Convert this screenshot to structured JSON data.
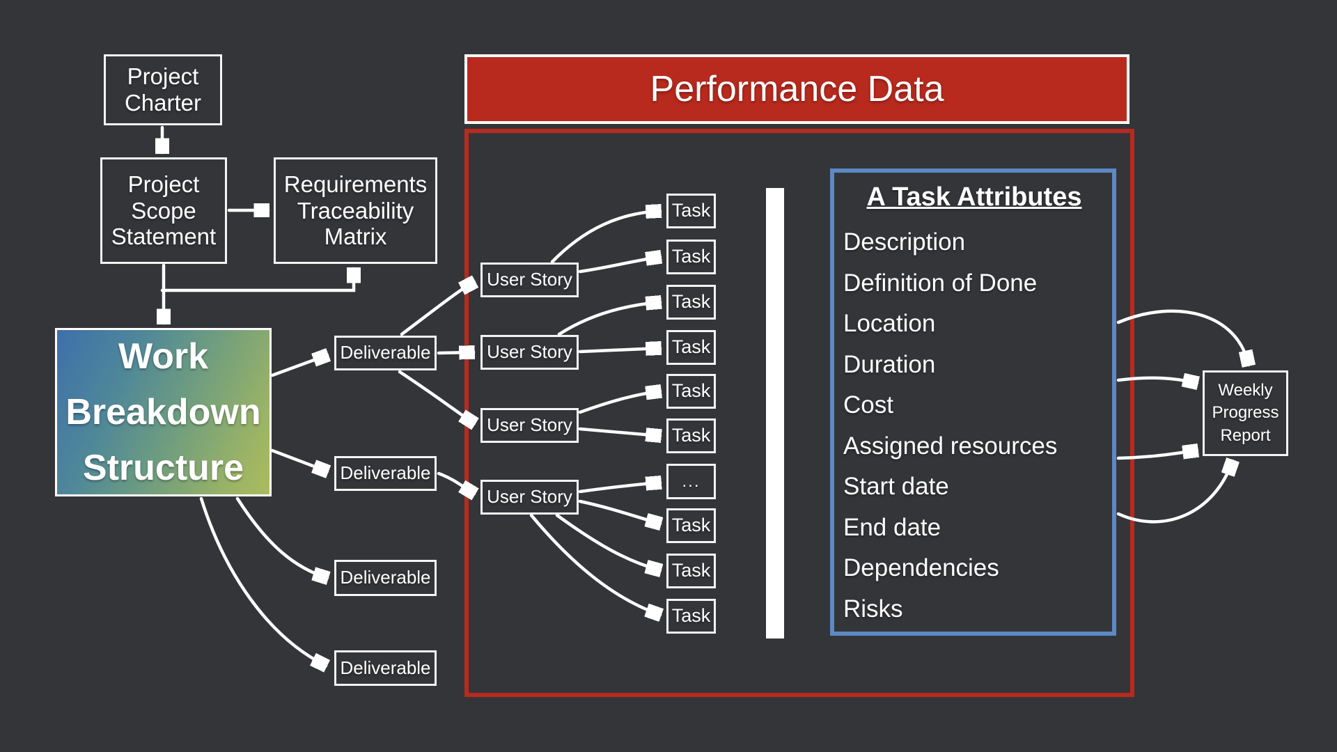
{
  "colors": {
    "background": "#343539",
    "red": "#b92a1e",
    "blue": "#5d89c4",
    "box_border": "#f5f5f5",
    "arrow": "#ffffff",
    "wbs_gradient_start": "#3e70ab",
    "wbs_gradient_mid": "#6d9c80",
    "wbs_gradient_end": "#abbc5e"
  },
  "banner": {
    "label": "Performance Data"
  },
  "nodes": {
    "project_charter": {
      "label": "Project Charter"
    },
    "project_scope_statement": {
      "label": "Project Scope Statement"
    },
    "requirements_traceability_matrix": {
      "label": "Requirements Traceability Matrix"
    },
    "work_breakdown_structure": {
      "label": "Work Breakdown Structure"
    },
    "weekly_progress_report": {
      "label": "Weekly Progress Report"
    }
  },
  "deliverables": [
    {
      "label": "Deliverable"
    },
    {
      "label": "Deliverable"
    },
    {
      "label": "Deliverable"
    },
    {
      "label": "Deliverable"
    }
  ],
  "user_stories": [
    {
      "label": "User Story"
    },
    {
      "label": "User Story"
    },
    {
      "label": "User Story"
    },
    {
      "label": "User Story"
    }
  ],
  "tasks": [
    {
      "label": "Task"
    },
    {
      "label": "Task"
    },
    {
      "label": "Task"
    },
    {
      "label": "Task"
    },
    {
      "label": "Task"
    },
    {
      "label": "Task"
    },
    {
      "label": "..."
    },
    {
      "label": "Task"
    },
    {
      "label": "Task"
    },
    {
      "label": "Task"
    }
  ],
  "task_attributes": {
    "title": "A Task Attributes",
    "items": [
      "Description",
      "Definition of Done",
      "Location",
      "Duration",
      "Cost",
      "Assigned resources",
      "Start date",
      "End date",
      "Dependencies",
      "Risks"
    ]
  }
}
